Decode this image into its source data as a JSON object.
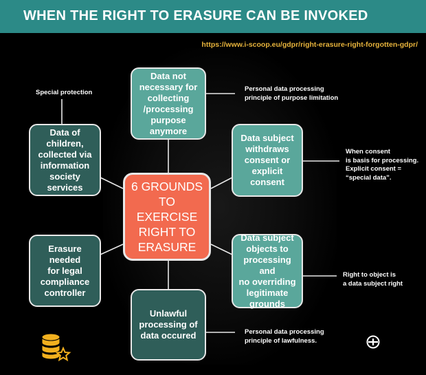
{
  "header": {
    "title": "WHEN THE RIGHT TO ERASURE CAN BE INVOKED",
    "url": "https://www.i-scoop.eu/gdpr/right-erasure-right-forgotten-gdpr/"
  },
  "center": {
    "lines": [
      "6 GROUNDS",
      "TO EXERCISE",
      "RIGHT TO",
      "ERASURE"
    ]
  },
  "grounds": {
    "top": {
      "lines": [
        "Data not",
        "necessary for",
        "collecting",
        "/processing",
        "purpose",
        "anymore"
      ]
    },
    "right_upper": {
      "lines": [
        "Data subject",
        "withdraws",
        "consent or",
        "explicit",
        "consent"
      ]
    },
    "right_lower": {
      "lines": [
        "Data subject",
        "objects to",
        "processing and",
        "no overriding",
        "legitimate",
        "grounds"
      ]
    },
    "bottom": {
      "lines": [
        "Unlawful",
        "processing of",
        "data occured"
      ]
    },
    "left_lower": {
      "lines": [
        "Erasure needed",
        "for legal",
        "compliance",
        "controller"
      ]
    },
    "left_upper": {
      "lines": [
        "Data of",
        "children,",
        "collected via",
        "information",
        "society services"
      ]
    }
  },
  "notes": {
    "special_protection": {
      "lines": [
        "Special protection"
      ]
    },
    "purpose_limitation": {
      "lines": [
        "Personal data processing",
        "principle of purpose limitation"
      ]
    },
    "consent": {
      "lines": [
        "When consent",
        "is basis for processing.",
        "Explicit consent =",
        "“special data”."
      ]
    },
    "right_to_object": {
      "lines": [
        "Right to object is",
        "a data subject right"
      ]
    },
    "lawfulness": {
      "lines": [
        "Personal data processing",
        "principle of lawfulness."
      ]
    }
  },
  "colors": {
    "header": "#2c8a87",
    "url": "#e8b43c",
    "center": "#f26a4f",
    "teal_box": "#5aa79b",
    "dark_box": "#2f5e59"
  },
  "icons": [
    "database-star-icon",
    "i-scoop-logo-icon"
  ]
}
